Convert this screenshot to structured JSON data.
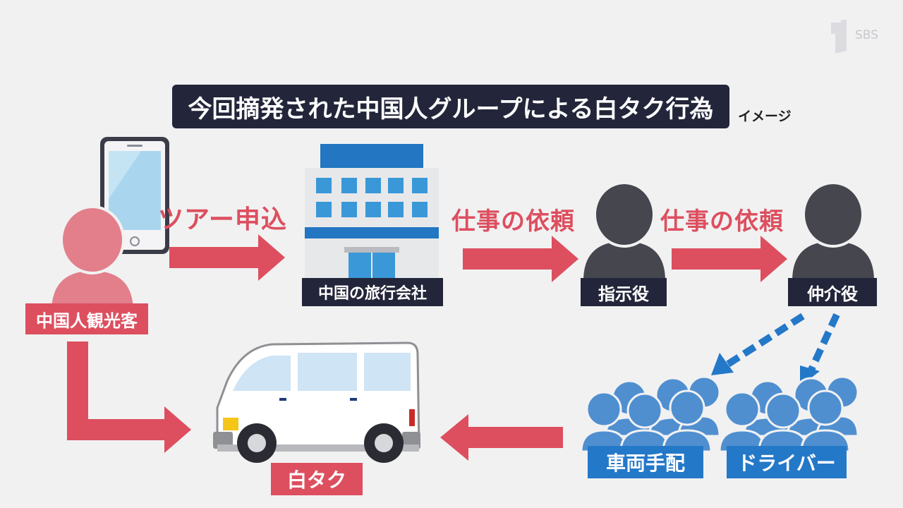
{
  "title": "今回摘発された中国人グループによる白タク行為",
  "note": "イメージ",
  "logo": "SBS",
  "nodes": {
    "tourist": "中国人観光客",
    "travel_agency": "中国の旅行会社",
    "director": "指示役",
    "broker": "仲介役",
    "vehicle_arrangement": "車両手配",
    "drivers": "ドライバー",
    "white_taxi": "白タク"
  },
  "edges": {
    "tour_request": "ツアー申込",
    "job_request_1": "仕事の依頼",
    "job_request_2": "仕事の依頼"
  },
  "colors": {
    "red": "#dd4f5f",
    "blue": "#2478c8",
    "dark": "#23263a",
    "person_dark": "#46464f",
    "person_blue": "#4f8fd0"
  }
}
